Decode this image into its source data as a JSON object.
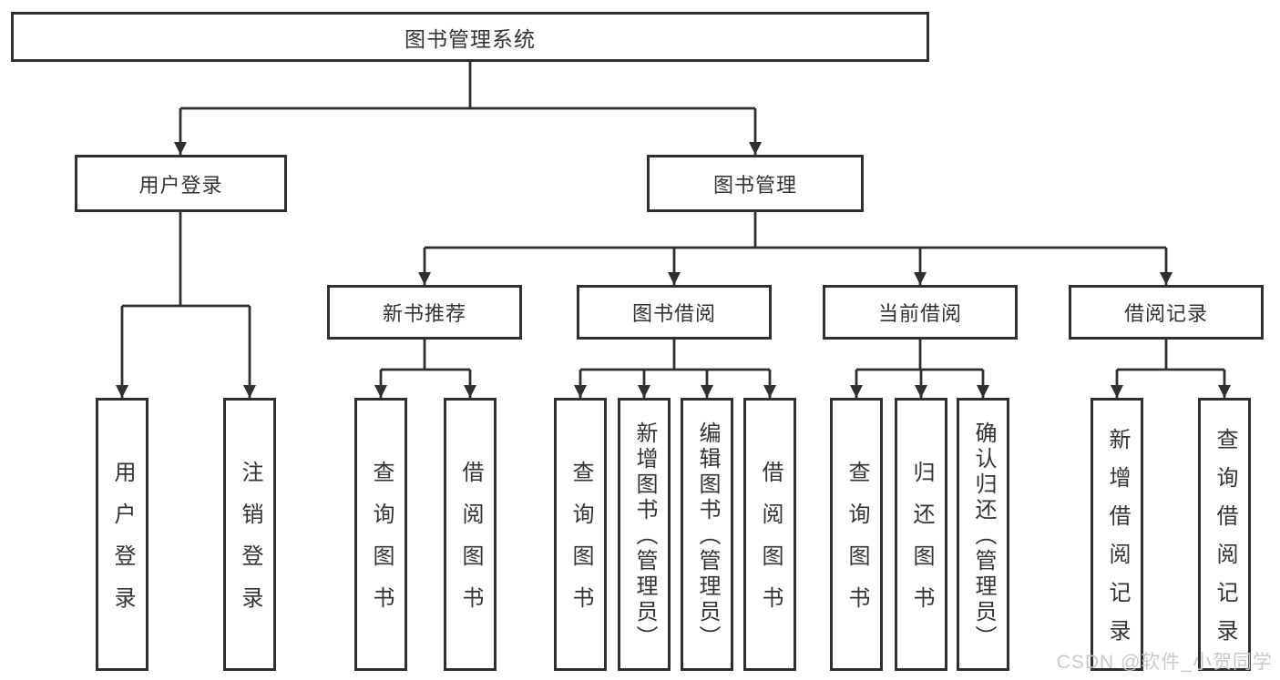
{
  "diagram": {
    "root": {
      "label": "图书管理系统",
      "children": [
        {
          "label": "用户登录",
          "children": [
            {
              "label": "用户登录"
            },
            {
              "label": "注销登录"
            }
          ]
        },
        {
          "label": "图书管理",
          "children": [
            {
              "label": "新书推荐",
              "children": [
                {
                  "label": "查询图书"
                },
                {
                  "label": "借阅图书"
                }
              ]
            },
            {
              "label": "图书借阅",
              "children": [
                {
                  "label": "查询图书"
                },
                {
                  "label": "新增图书（管理员）"
                },
                {
                  "label": "编辑图书（管理员）"
                },
                {
                  "label": "借阅图书"
                }
              ]
            },
            {
              "label": "当前借阅",
              "children": [
                {
                  "label": "查询图书"
                },
                {
                  "label": "归还图书"
                },
                {
                  "label": "确认归还（管理员）"
                }
              ]
            },
            {
              "label": "借阅记录",
              "children": [
                {
                  "label": "新增借阅记录"
                },
                {
                  "label": "查询借阅记录"
                }
              ]
            }
          ]
        }
      ]
    },
    "colors": {
      "line": "#2f2f2f",
      "box_background": "#ffffff",
      "text": "#333333",
      "watermark": "#c6c6c6"
    }
  },
  "watermark": {
    "text": "CSDN @软件_小贺同学"
  }
}
